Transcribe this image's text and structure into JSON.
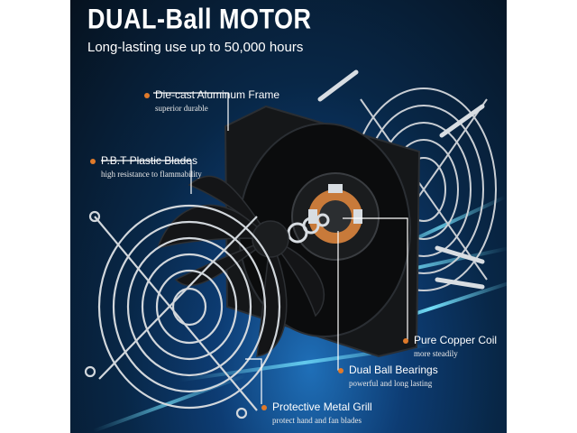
{
  "heading": {
    "title": "DUAL-Ball MOTOR",
    "subtitle": "Long-lasting use up to 50,000 hours"
  },
  "features": [
    {
      "title": "Die-cast Aluminum Frame",
      "description": "superior durable"
    },
    {
      "title": "P.B.T Plastic Blades",
      "description": "high resistance to flammability"
    },
    {
      "title": "Pure Copper Coil",
      "description": "more steadily"
    },
    {
      "title": "Dual Ball Bearings",
      "description": "powerful and long lasting"
    },
    {
      "title": "Protective Metal Grill",
      "description": "protect hand and fan blades"
    }
  ],
  "colors": {
    "background_dark": "#06121f",
    "background_blue": "#1f6fb8",
    "accent_dot": "#e07a2a",
    "light_streak": "#78e6ff",
    "copper": "#c87a3a"
  },
  "icons": [
    "feature-bullet-icon"
  ]
}
